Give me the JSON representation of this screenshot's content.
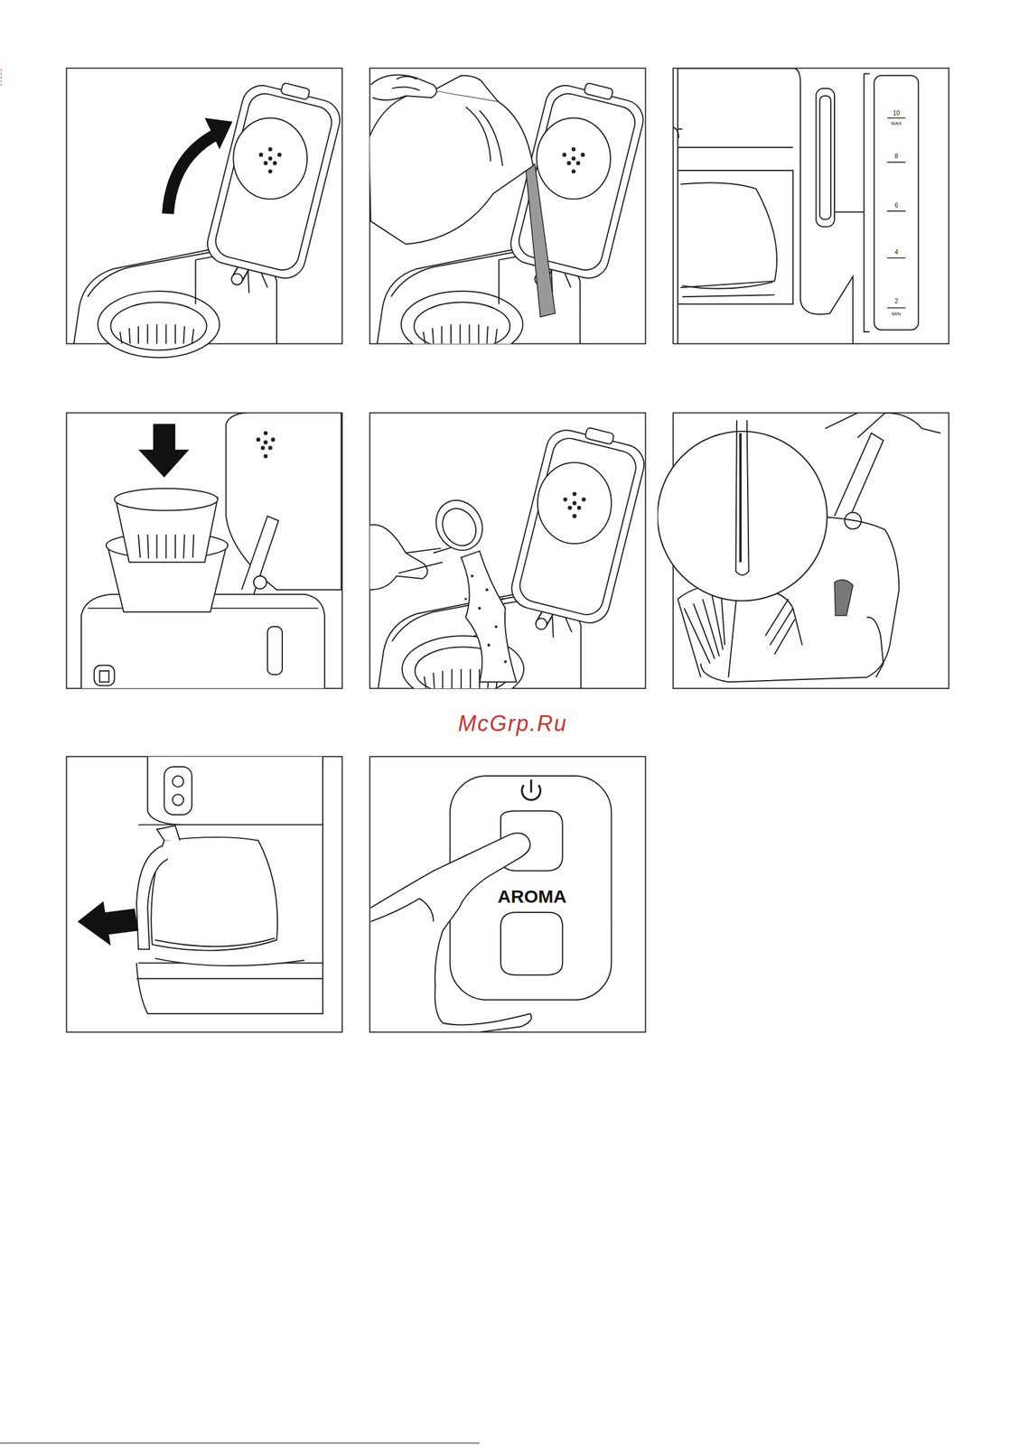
{
  "diagram": {
    "labels": [
      "10",
      "MAX",
      "8",
      "6",
      "4",
      "2",
      "MIN",
      "McGrp.Ru",
      "AROMA"
    ]
  }
}
